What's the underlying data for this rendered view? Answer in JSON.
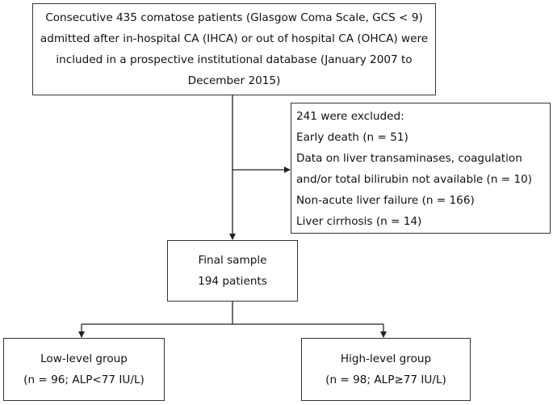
{
  "enrollment": {
    "lines": [
      "Consecutive 435 comatose patients (Glasgow Coma Scale, GCS < 9)",
      "admitted after in-hospital CA (IHCA) or out of hospital CA (OHCA) were",
      "included in a prospective institutional database (January 2007 to",
      "December 2015)"
    ]
  },
  "excluded": {
    "lines": [
      "241 were excluded:",
      "Early death (n = 51)",
      "Data on liver transaminases, coagulation",
      "and/or total bilirubin not available (n = 10)",
      "Non-acute liver failure (n = 166)",
      "Liver cirrhosis (n = 14)"
    ]
  },
  "final_sample": {
    "line1": "Final sample",
    "line2": "194 patients"
  },
  "groups": {
    "low": {
      "title": "Low-level group",
      "detail": "(n = 96; ALP<77 IU/L)"
    },
    "high": {
      "title": "High-level group",
      "detail": "(n = 98; ALP≥77 IU/L)"
    }
  },
  "colors": {
    "border": "#333333",
    "line": "#222222",
    "text": "#111111"
  }
}
